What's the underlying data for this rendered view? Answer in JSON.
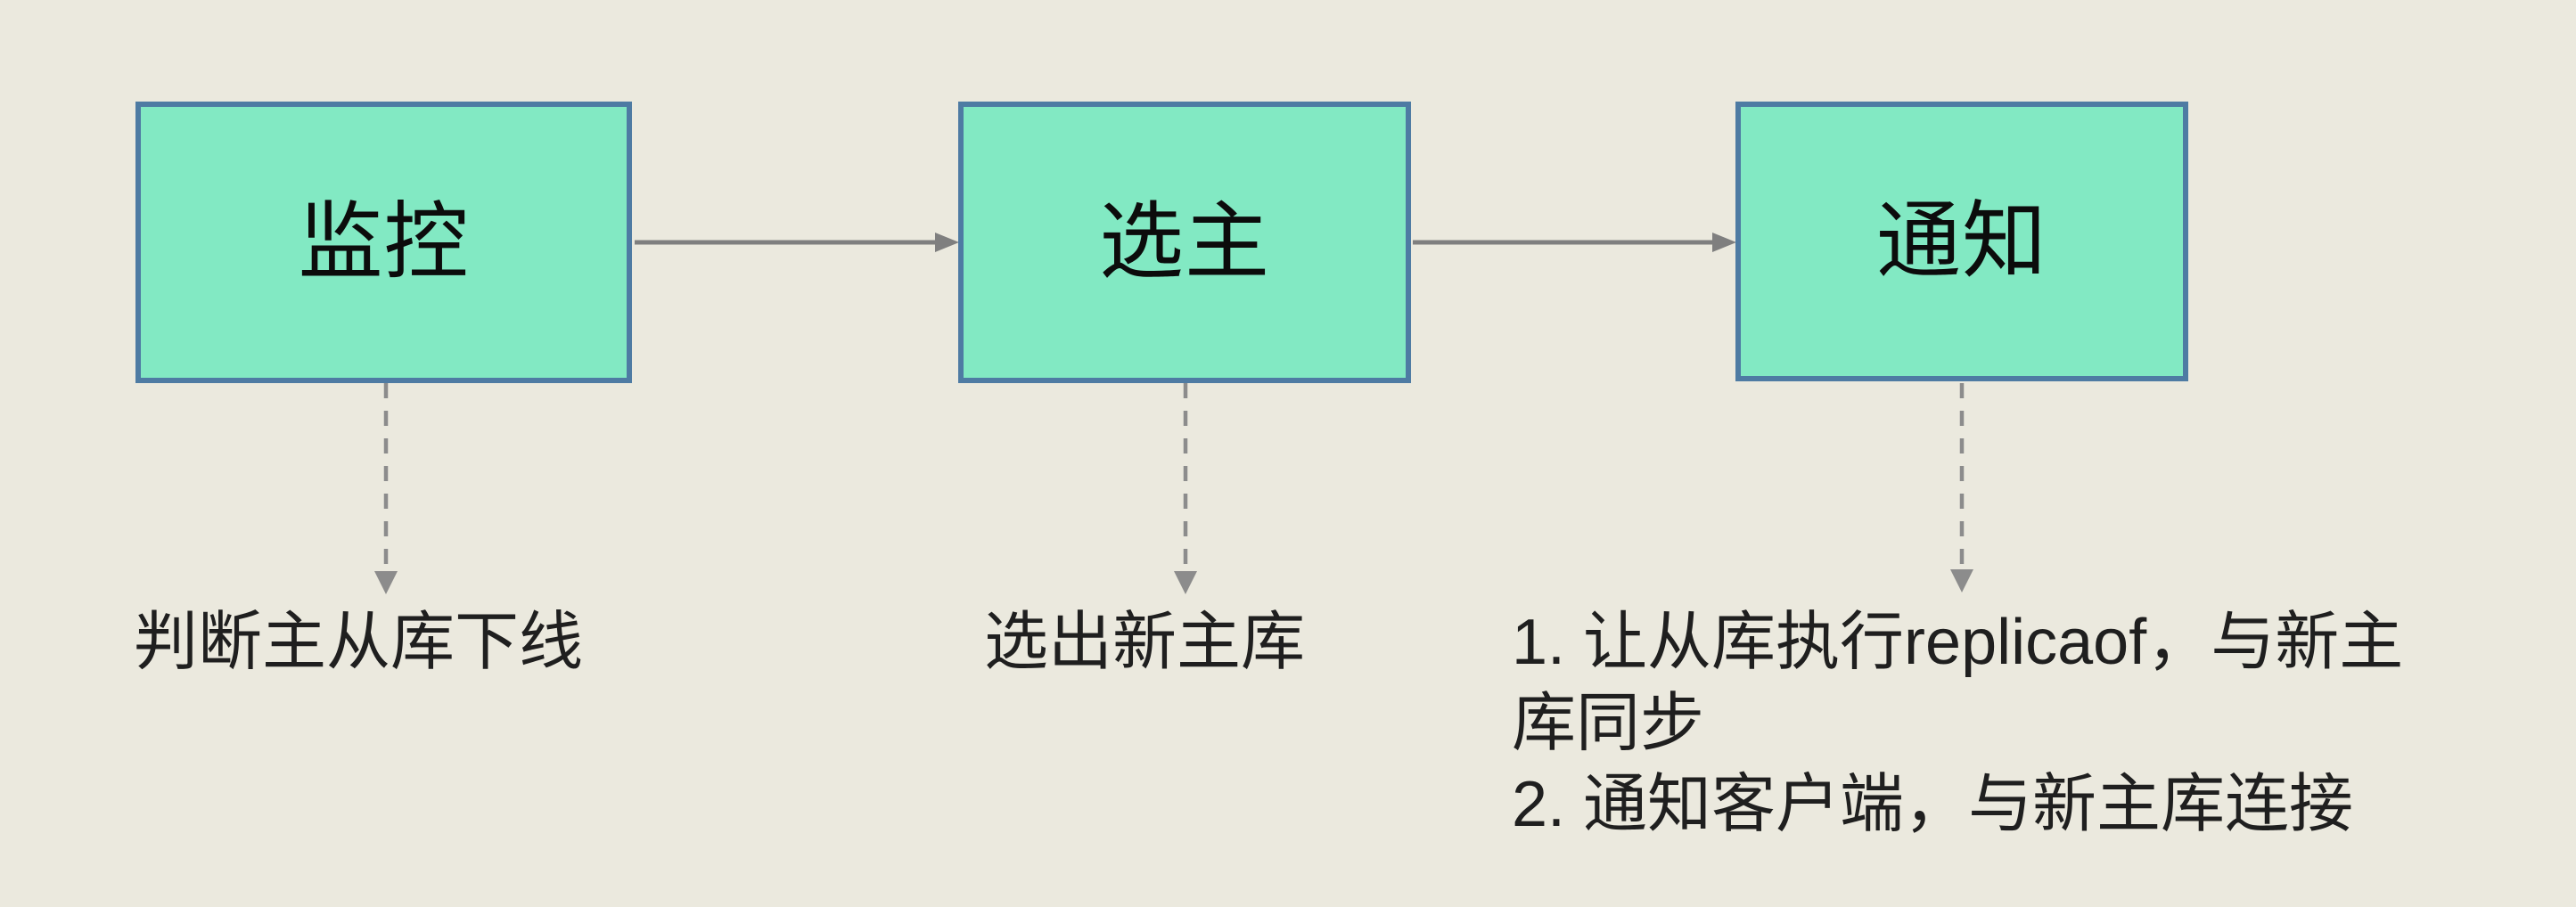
{
  "palette": {
    "canvas_bg": "#ebe9de",
    "node_fill": "#82e9c3",
    "node_border": "#4e7ba3",
    "node_text": "#0c0c0c",
    "note_text": "#1f1f1f",
    "arrow_color": "#7f7f7f",
    "dashed_arrow_color": "#8c8c8c"
  },
  "diagram": {
    "nodes": [
      {
        "label": "监控",
        "note": "判断主从库下线"
      },
      {
        "label": "选主",
        "note": "选出新主库"
      },
      {
        "label": "通知",
        "note": "1. 让从库执行replicaof，与新主\n库同步\n2. 通知客户端，与新主库连接"
      }
    ]
  }
}
